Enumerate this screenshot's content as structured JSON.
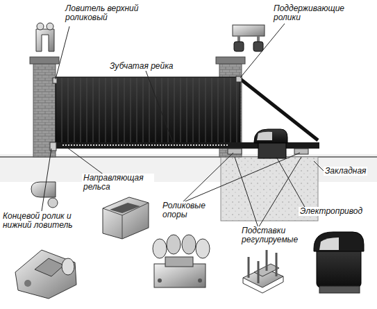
{
  "diagram": {
    "labels": [
      "Ловитель верхний роликовый",
      "Поддерживающие ролики",
      "Зубчатая рейка",
      "Направляющая рельса",
      "Концевой ролик и нижний ловитель",
      "Роликовые опоры",
      "Подставки регулируемые",
      "Электропривод",
      "Закладная"
    ]
  }
}
